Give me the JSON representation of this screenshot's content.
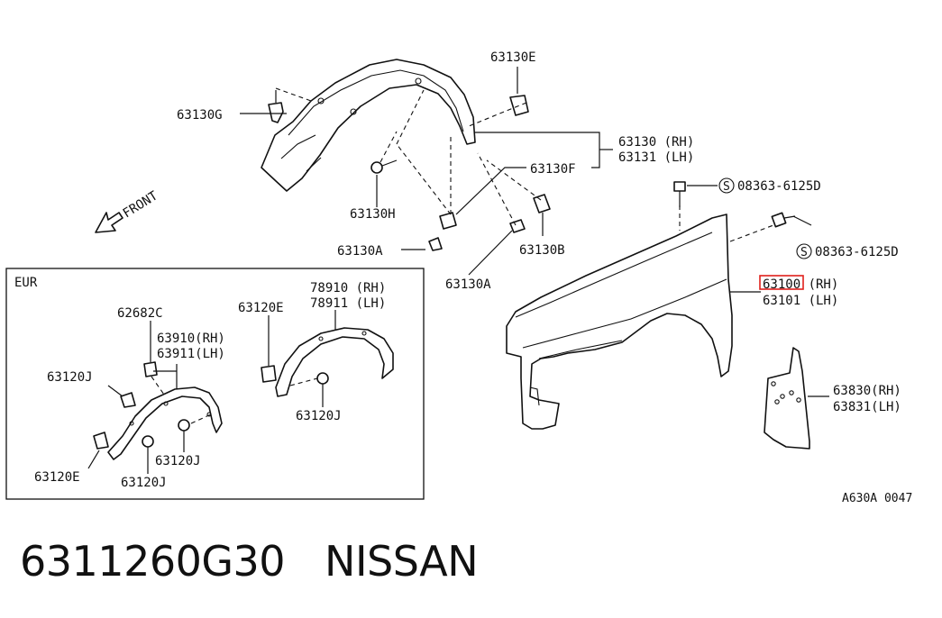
{
  "footer": {
    "part_number": "6311260G30",
    "brand": "NISSAN"
  },
  "diagram_code": "A630A 0047",
  "front_label": "FRONT",
  "eur_label": "EUR",
  "highlight_color": "#e0201c",
  "labels": {
    "l63130E": "63130E",
    "l63130G": "63130G",
    "l63130RH": "63130 (RH)",
    "l63131LH": "63131 (LH)",
    "l63130F": "63130F",
    "l63130H": "63130H",
    "l63130A_1": "63130A",
    "l63130A_2": "63130A",
    "l63130B": "63130B",
    "l08363_1": "08363-6125D",
    "l08363_2": "08363-6125D",
    "l63100RH": "63100 (RH)",
    "l63101LH": "63101 (LH)",
    "l63830RH": "63830(RH)",
    "l63831LH": "63831(LH)",
    "l62682C": "62682C",
    "l63910RH": "63910(RH)",
    "l63911LH": "63911(LH)",
    "l63120J_1": "63120J",
    "l63120J_2": "63120J",
    "l63120J_3": "63120J",
    "l63120J_4": "63120J",
    "l63120E_1": "63120E",
    "l63120E_2": "63120E",
    "l78910RH": "78910 (RH)",
    "l78911LH": "78911 (LH)"
  },
  "screw_symbol": "S"
}
